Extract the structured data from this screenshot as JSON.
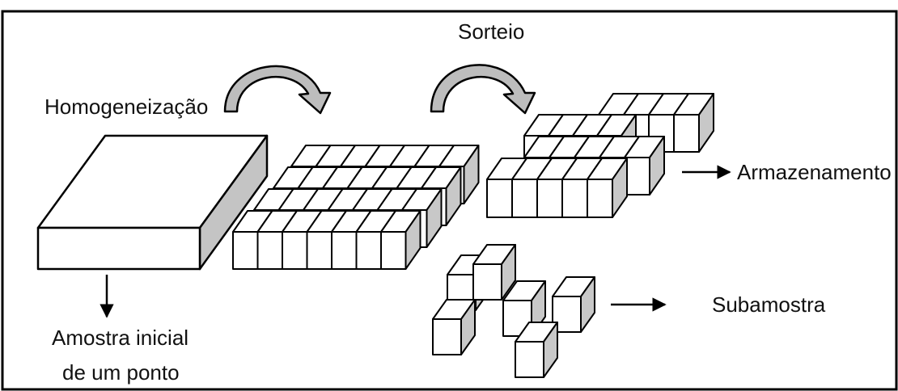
{
  "diagram": {
    "labels": {
      "homogenization": "Homogeneização",
      "draw": "Sorteio",
      "storage": "Armazenamento",
      "subsample": "Subamostra",
      "initial_line1": "Amostra inicial",
      "initial_line2": "de um ponto"
    },
    "colors": {
      "stroke": "#000000",
      "face_front": "#ffffff",
      "face_top": "#ffffff",
      "face_side": "#c8c8c8",
      "curved_arrow_fill": "#bdbdbd"
    }
  }
}
